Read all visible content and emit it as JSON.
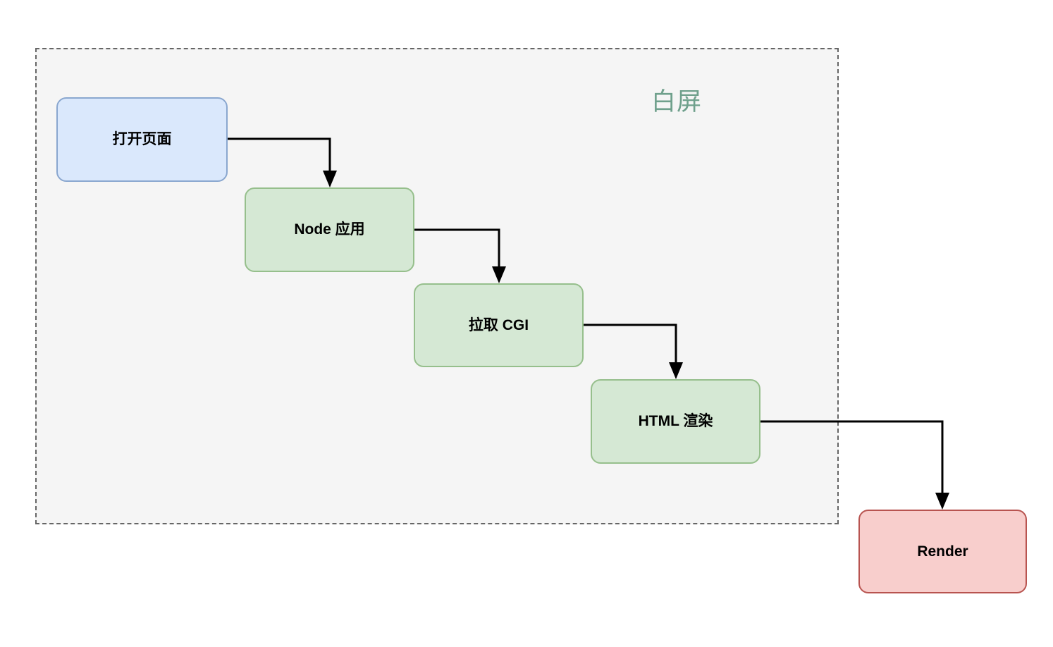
{
  "diagram": {
    "title": "",
    "background_color": "#ffffff",
    "group": {
      "label": "白屏",
      "label_color": "#6fa08c",
      "fill": "#f5f5f5",
      "border_color": "#666666",
      "border_style": "dashed"
    },
    "nodes": [
      {
        "id": "open-page",
        "label": "打开页面",
        "fill": "#dae8fc",
        "border_color": "#8aa7cf",
        "shape": "rounded-rectangle"
      },
      {
        "id": "node-app",
        "label": "Node 应用",
        "fill": "#d5e8d4",
        "border_color": "#96bf8c",
        "shape": "rounded-rectangle"
      },
      {
        "id": "fetch-cgi",
        "label": "拉取 CGI",
        "fill": "#d5e8d4",
        "border_color": "#96bf8c",
        "shape": "rounded-rectangle"
      },
      {
        "id": "html-render",
        "label": "HTML 渲染",
        "fill": "#d5e8d4",
        "border_color": "#96bf8c",
        "shape": "rounded-rectangle"
      },
      {
        "id": "render",
        "label": "Render",
        "fill": "#f8cecc",
        "border_color": "#b85450",
        "shape": "rounded-rectangle"
      }
    ],
    "edges": [
      {
        "id": "edge-open-to-node",
        "from": "open-page",
        "to": "node-app",
        "style": "orthogonal",
        "arrow": "end",
        "color": "#000000"
      },
      {
        "id": "edge-node-to-cgi",
        "from": "node-app",
        "to": "fetch-cgi",
        "style": "orthogonal",
        "arrow": "end",
        "color": "#000000"
      },
      {
        "id": "edge-cgi-to-html",
        "from": "fetch-cgi",
        "to": "html-render",
        "style": "orthogonal",
        "arrow": "end",
        "color": "#000000"
      },
      {
        "id": "edge-html-to-render",
        "from": "html-render",
        "to": "render",
        "style": "orthogonal",
        "arrow": "end",
        "color": "#000000"
      }
    ]
  }
}
